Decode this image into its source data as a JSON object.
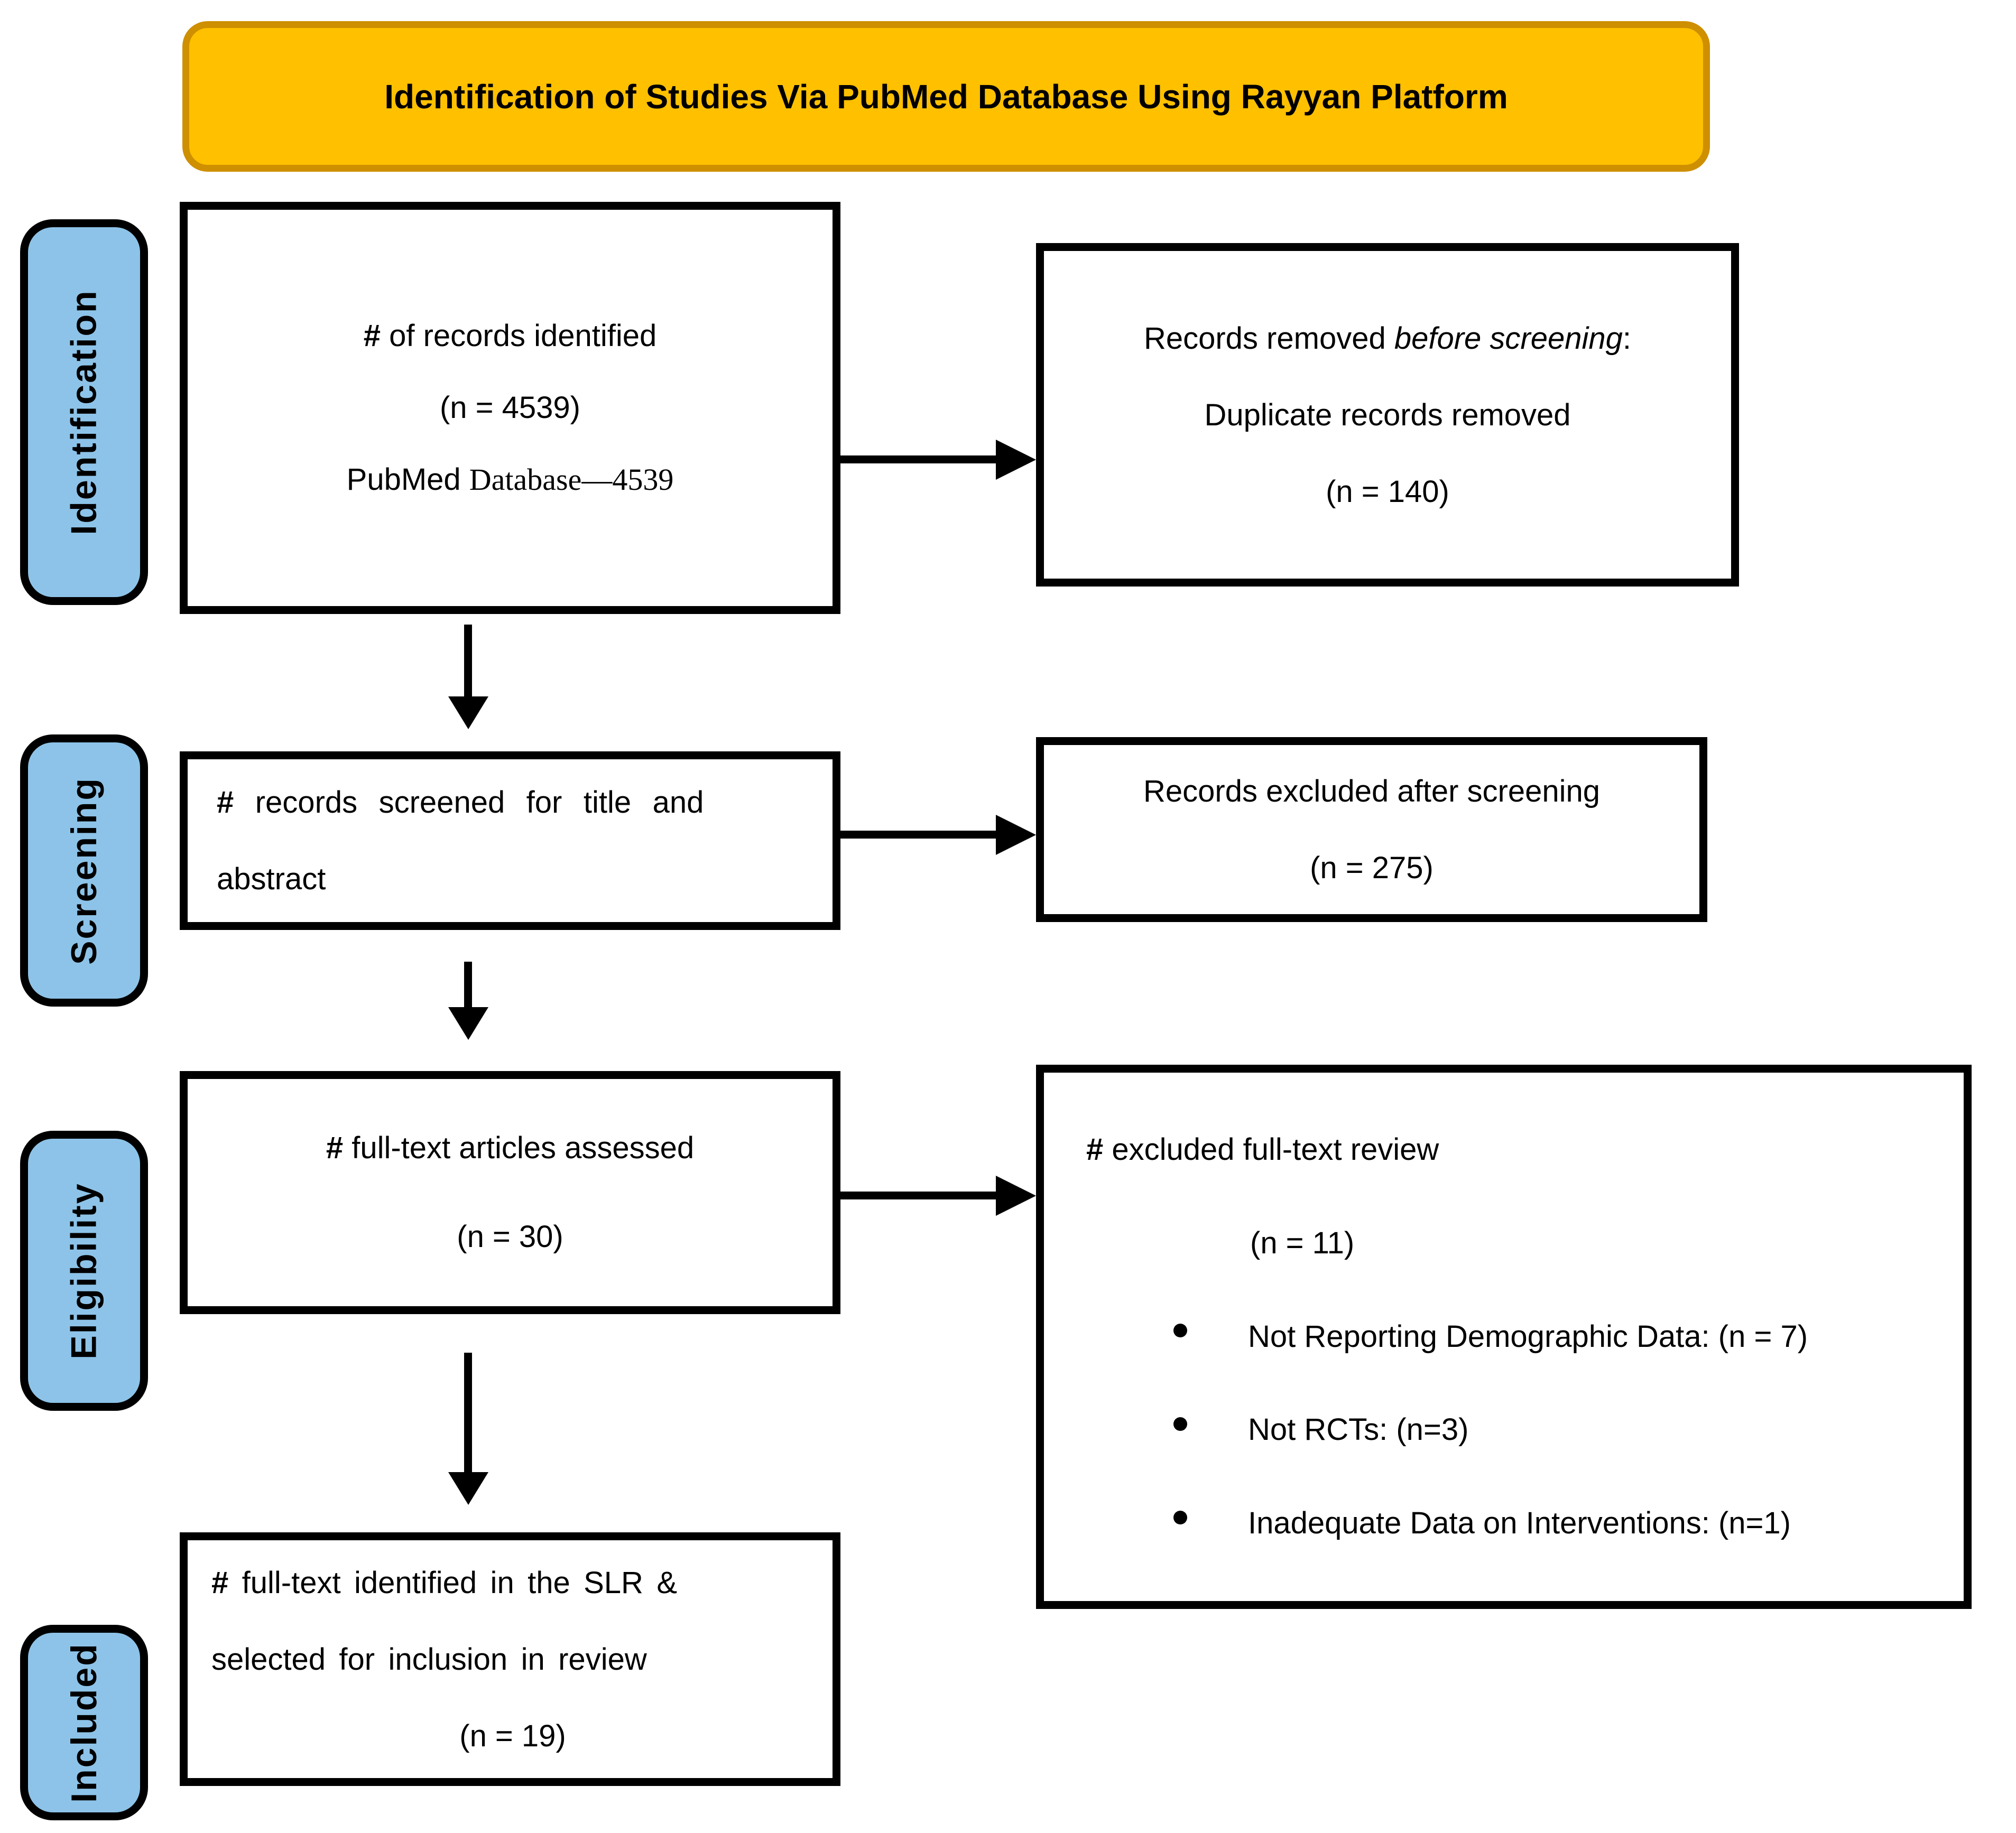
{
  "title": "Identification of Studies Via PubMed Database Using Rayyan Platform",
  "colors": {
    "title_fill": "#FFC000",
    "title_border": "#CE8F00",
    "stage_fill": "#8DC3E8",
    "box_border": "#000000"
  },
  "stages": {
    "identification": "Identification",
    "screening": "Screening",
    "eligibility": "Eligibility",
    "included": "Included"
  },
  "flow": {
    "records_identified_box": {
      "line1": "# of records identified",
      "line2": "(n = 4539)",
      "line3_sans": "PubMed ",
      "line3_serif": "Database—4539"
    },
    "records_removed_box": {
      "line1_pre": "Records removed ",
      "line1_italic": "before screening",
      "line1_post": ":",
      "line2": "Duplicate records removed",
      "line3": "(n = 140)"
    },
    "records_screened_box": {
      "line1": "# records screened for title and",
      "line2": "abstract"
    },
    "records_excluded_box": {
      "line1": "Records excluded after screening",
      "line2": "(n = 275)"
    },
    "fulltext_assessed_box": {
      "line1": "# full-text articles assessed",
      "line2": "(n = 30)"
    },
    "fulltext_excluded_box": {
      "line1": "# excluded full-text review",
      "line2": "(n = 11)",
      "bullets": [
        "Not Reporting Demographic Data: (n = 7)",
        "Not RCTs: (n=3)",
        "Inadequate Data on Interventions: (n=1)"
      ]
    },
    "included_box": {
      "line1": "# full-text identified in the SLR &",
      "line2": "selected for inclusion in review",
      "line3": "(n = 19)"
    }
  }
}
